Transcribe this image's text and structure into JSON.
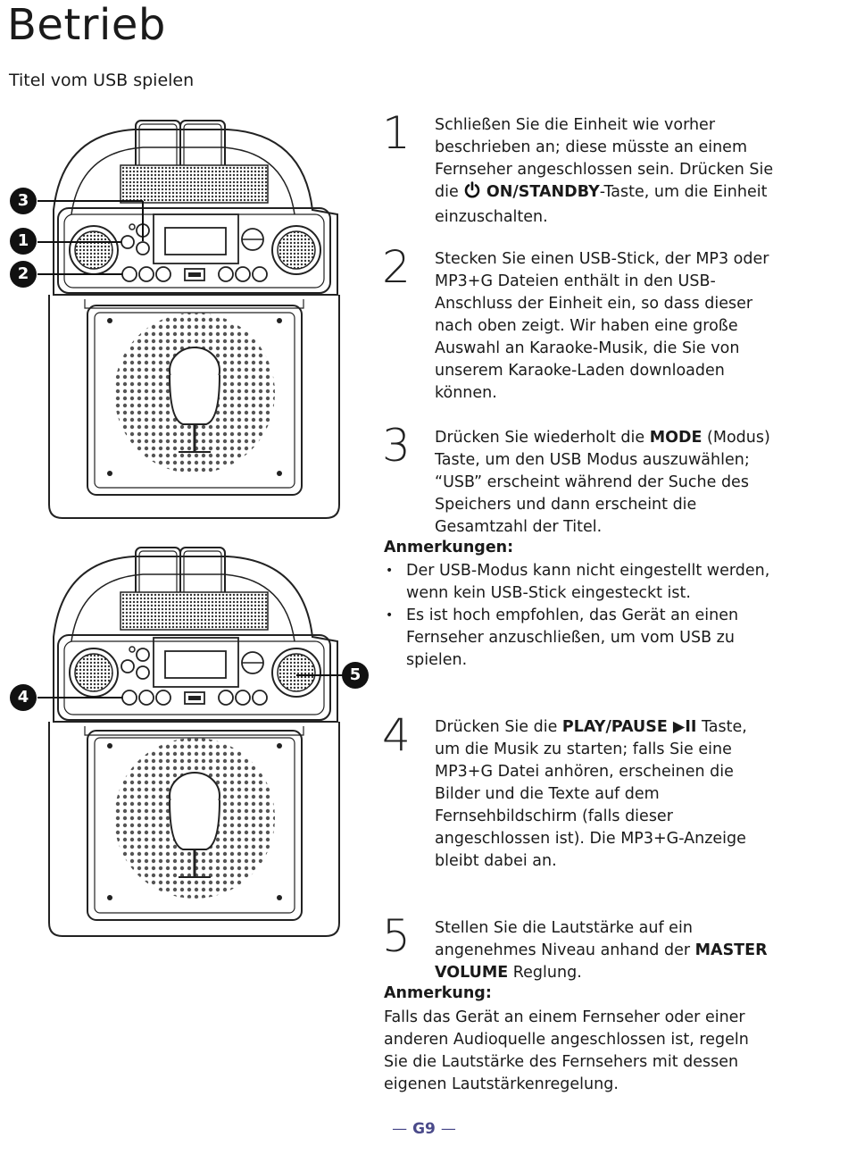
{
  "page": {
    "title": "Betrieb",
    "subtitle": "Titel vom USB spielen"
  },
  "illustration_top": {
    "callouts": [
      "3",
      "1",
      "2"
    ]
  },
  "illustration_bottom": {
    "callouts": [
      "4",
      "5"
    ]
  },
  "steps": [
    {
      "number": "1",
      "pre": "Schließen Sie die Einheit wie vorher beschrieben an; diese müsste an einem Fernseher angeschlossen sein. Drücken Sie die ",
      "bold": "ON/STANDBY",
      "post": "-Taste, um die Einheit einzuschalten."
    },
    {
      "number": "2",
      "text": "Stecken Sie einen USB-Stick, der MP3 oder MP3+G Dateien enthält in den USB-Anschluss der Einheit ein, so dass dieser nach oben zeigt. Wir haben eine große Auswahl an Karaoke-Musik, die Sie von unserem Karaoke-Laden downloaden können."
    },
    {
      "number": "3",
      "pre": "Drücken Sie wiederholt die ",
      "bold": "MODE",
      "post": " (Modus) Taste, um den USB Modus auszuwählen; “USB” erscheint während der Suche des Speichers und dann erscheint die Gesamtzahl der Titel."
    },
    {
      "number": "4",
      "pre": "Drücken Sie die ",
      "bold": "PLAY/PAUSE ▶II",
      "post": " Taste, um die Musik zu starten; falls Sie eine MP3+G Datei anhören, erscheinen die Bilder und die Texte auf dem Fernsehbildschirm (falls dieser angeschlossen ist). Die MP3+G-Anzeige bleibt dabei an."
    },
    {
      "number": "5",
      "pre": "Stellen Sie die Lautstärke auf ein angenehmes Niveau anhand der ",
      "bold": "MASTER VOLUME",
      "post": " Reglung."
    }
  ],
  "notes_1": {
    "heading": "Anmerkungen:",
    "items": [
      "Der USB-Modus kann nicht eingestellt werden, wenn kein USB-Stick eingesteckt ist.",
      "Es ist hoch empfohlen, das Gerät an einen Fernseher anzuschließen, um vom USB zu spielen."
    ]
  },
  "notes_2": {
    "heading": "Anmerkung:",
    "text": "Falls das Gerät an einem Fernseher oder einer anderen Audioquelle angeschlossen ist, regeln Sie die Lautstärke des Fernsehers mit dessen eigenen Lautstärkenregelung."
  },
  "footer": {
    "dash_left": "—",
    "page_number": "G9",
    "dash_right": "—"
  },
  "icons": {
    "power": "power-icon"
  },
  "colors": {
    "footer": "#4a4a8a"
  }
}
